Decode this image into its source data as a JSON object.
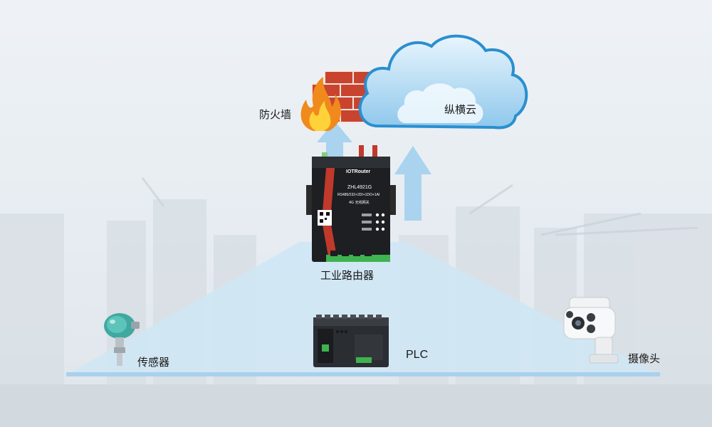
{
  "labels": {
    "firewall": "防火墙",
    "cloud": "纵横云",
    "router": "工业路由器",
    "sensor": "传感器",
    "plc": "PLC",
    "camera": "摄像头"
  },
  "router_panel": {
    "brand": "IOTRouter",
    "model": "ZHL4921G",
    "spec": "RS485/232+2DI+1DO+1AI",
    "desc": "4G 无线网关"
  },
  "colors": {
    "triangle_fill": "#cfe6f5",
    "baseline": "#a9d1ec",
    "arrow": "#a9d3ee",
    "cloud_fill": "#bfe0f5",
    "cloud_outline": "#2a8fd0",
    "brick": "#c9442e",
    "flame_outer": "#f08a1c",
    "flame_inner": "#ffd23a"
  },
  "icons": {
    "firewall": "brick-wall-with-flame-icon",
    "cloud": "cloud-icon",
    "router": "industrial-router-device",
    "sensor": "pressure-transmitter-icon",
    "plc": "plc-module-icon",
    "camera": "ptz-camera-icon"
  }
}
